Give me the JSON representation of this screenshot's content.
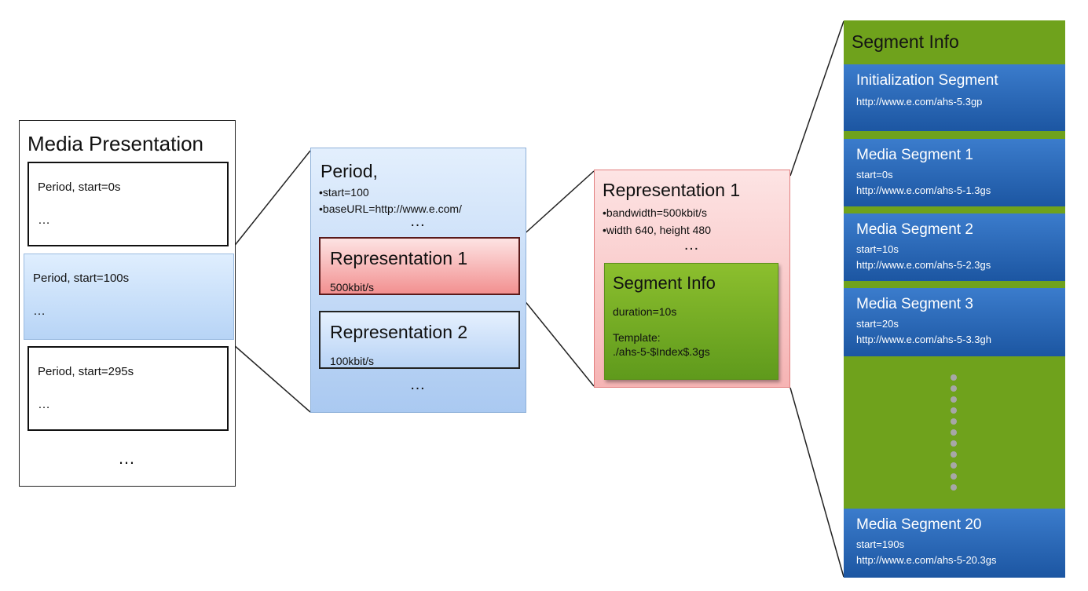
{
  "media_presentation": {
    "title": "Media Presentation",
    "periods": [
      {
        "label": "Period, start=0s",
        "more": "…"
      },
      {
        "label": "Period, start=100s",
        "more": "…"
      },
      {
        "label": "Period, start=295s",
        "more": "…"
      }
    ],
    "more": "…"
  },
  "period": {
    "title": "Period,",
    "attributes": [
      "•start=100",
      "•baseURL=http://www.e.com/"
    ],
    "more_top": "…",
    "representations": [
      {
        "name": "Representation 1",
        "bitrate": "500kbit/s"
      },
      {
        "name": "Representation 2",
        "bitrate": "100kbit/s"
      }
    ],
    "more_bottom": "…"
  },
  "representation": {
    "title": "Representation 1",
    "attributes": [
      "•bandwidth=500kbit/s",
      "•width 640, height 480"
    ],
    "more": "…",
    "segment_info": {
      "title": "Segment Info",
      "duration": "duration=10s",
      "template_label": "Template:",
      "template_value": "./ahs-5-$Index$.3gs"
    }
  },
  "segment_info": {
    "title": "Segment Info",
    "segments": [
      {
        "name": "Initialization Segment",
        "lines": [
          "http://www.e.com/ahs-5.3gp"
        ]
      },
      {
        "name": "Media Segment 1",
        "lines": [
          "start=0s",
          "http://www.e.com/ahs-5-1.3gs"
        ]
      },
      {
        "name": "Media Segment 2",
        "lines": [
          "start=10s",
          "http://www.e.com/ahs-5-2.3gs"
        ]
      },
      {
        "name": "Media Segment 3",
        "lines": [
          "start=20s",
          "http://www.e.com/ahs-5-3.3gh"
        ]
      },
      {
        "name": "Media Segment 20",
        "lines": [
          "start=190s",
          "http://www.e.com/ahs-5-20.3gs"
        ]
      }
    ]
  },
  "colors": {
    "period_blue": "#b7d4f6",
    "representation_red": "#f29090",
    "segment_info_green": "#6fa21c",
    "segment_blue": "#1c56a2"
  }
}
